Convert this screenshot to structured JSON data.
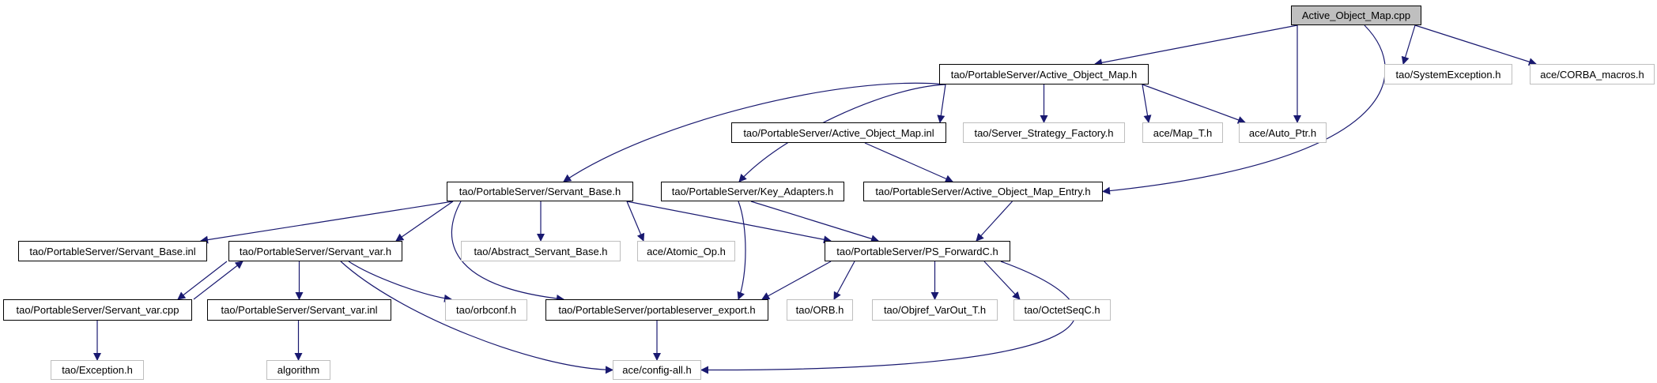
{
  "graph": {
    "type": "include-dependency-graph",
    "background_color": "#ffffff",
    "edge_color": "#191970",
    "root_fill_color": "#bfbfbf",
    "documented_border_color": "#000000",
    "external_border_color": "#bebebe",
    "root": "Active_Object_Map.cpp",
    "nodes": [
      {
        "id": "aom_cpp",
        "label": "Active_Object_Map.cpp",
        "kind": "root"
      },
      {
        "id": "aom_h",
        "label": "tao/PortableServer/Active_Object_Map.h",
        "kind": "documented"
      },
      {
        "id": "sysexc_h",
        "label": "tao/SystemException.h",
        "kind": "external"
      },
      {
        "id": "corba_macros_h",
        "label": "ace/CORBA_macros.h",
        "kind": "external"
      },
      {
        "id": "aom_inl",
        "label": "tao/PortableServer/Active_Object_Map.inl",
        "kind": "documented"
      },
      {
        "id": "ssf_h",
        "label": "tao/Server_Strategy_Factory.h",
        "kind": "external"
      },
      {
        "id": "map_t_h",
        "label": "ace/Map_T.h",
        "kind": "external"
      },
      {
        "id": "auto_ptr_h",
        "label": "ace/Auto_Ptr.h",
        "kind": "external"
      },
      {
        "id": "servant_base_h",
        "label": "tao/PortableServer/Servant_Base.h",
        "kind": "documented"
      },
      {
        "id": "key_adapters_h",
        "label": "tao/PortableServer/Key_Adapters.h",
        "kind": "documented"
      },
      {
        "id": "aom_entry_h",
        "label": "tao/PortableServer/Active_Object_Map_Entry.h",
        "kind": "documented"
      },
      {
        "id": "servant_base_inl",
        "label": "tao/PortableServer/Servant_Base.inl",
        "kind": "documented"
      },
      {
        "id": "servant_var_h",
        "label": "tao/PortableServer/Servant_var.h",
        "kind": "documented"
      },
      {
        "id": "abstract_servant_base_h",
        "label": "tao/Abstract_Servant_Base.h",
        "kind": "external"
      },
      {
        "id": "atomic_op_h",
        "label": "ace/Atomic_Op.h",
        "kind": "external"
      },
      {
        "id": "ps_forwardc_h",
        "label": "tao/PortableServer/PS_ForwardC.h",
        "kind": "documented"
      },
      {
        "id": "servant_var_cpp",
        "label": "tao/PortableServer/Servant_var.cpp",
        "kind": "documented"
      },
      {
        "id": "servant_var_inl",
        "label": "tao/PortableServer/Servant_var.inl",
        "kind": "documented"
      },
      {
        "id": "orbconf_h",
        "label": "tao/orbconf.h",
        "kind": "external"
      },
      {
        "id": "ps_export_h",
        "label": "tao/PortableServer/portableserver_export.h",
        "kind": "documented"
      },
      {
        "id": "orb_h",
        "label": "tao/ORB.h",
        "kind": "external"
      },
      {
        "id": "objref_varout_t_h",
        "label": "tao/Objref_VarOut_T.h",
        "kind": "external"
      },
      {
        "id": "octetseqc_h",
        "label": "tao/OctetSeqC.h",
        "kind": "external"
      },
      {
        "id": "exception_h",
        "label": "tao/Exception.h",
        "kind": "external"
      },
      {
        "id": "algorithm",
        "label": "algorithm",
        "kind": "external"
      },
      {
        "id": "config_all_h",
        "label": "ace/config-all.h",
        "kind": "external"
      }
    ],
    "edges": [
      {
        "from": "aom_cpp",
        "to": "aom_h",
        "t_off": -60
      },
      {
        "from": "aom_cpp",
        "to": "sysexc_h",
        "t_off": -15
      },
      {
        "from": "aom_cpp",
        "to": "corba_macros_h"
      },
      {
        "from": "aom_cpp",
        "to": "auto_ptr_h"
      },
      {
        "from": "aom_cpp",
        "to": "aom_entry_h",
        "t_side": "right",
        "s_off": 85,
        "c": [
          1788,
          95,
          1763,
          205
        ]
      },
      {
        "from": "aom_h",
        "to": "aom_inl"
      },
      {
        "from": "aom_h",
        "to": "ssf_h"
      },
      {
        "from": "aom_h",
        "to": "map_t_h"
      },
      {
        "from": "aom_h",
        "to": "auto_ptr_h"
      },
      {
        "from": "aom_h",
        "to": "servant_base_h",
        "t_off": -80,
        "bow": 45
      },
      {
        "from": "aom_h",
        "to": "key_adapters_h",
        "t_off": -125,
        "bow": 30
      },
      {
        "from": "aom_inl",
        "to": "aom_entry_h",
        "s_off": -95,
        "t_off": 105
      },
      {
        "from": "servant_base_h",
        "to": "servant_base_inl"
      },
      {
        "from": "servant_base_h",
        "to": "servant_var_h"
      },
      {
        "from": "servant_base_h",
        "to": "abstract_servant_base_h"
      },
      {
        "from": "servant_base_h",
        "to": "atomic_op_h"
      },
      {
        "from": "servant_base_h",
        "to": "ps_forwardc_h"
      },
      {
        "from": "servant_base_h",
        "to": "ps_export_h",
        "s_off": -210,
        "t_off": 15,
        "c": [
          558,
          300,
          562,
          362
        ]
      },
      {
        "from": "key_adapters_h",
        "to": "ps_forwardc_h",
        "s_off": -110,
        "t_off": 60
      },
      {
        "from": "key_adapters_h",
        "to": "ps_export_h",
        "s_off": 90,
        "bow": -12
      },
      {
        "from": "aom_entry_h",
        "to": "ps_forwardc_h",
        "s_off": 120,
        "t_off": -35
      },
      {
        "from": "servant_var_h",
        "to": "servant_var_cpp",
        "s_off": -10,
        "t_off": -10
      },
      {
        "from": "servant_var_cpp",
        "to": "servant_var_h",
        "s_off": 10,
        "t_off": 10
      },
      {
        "from": "servant_var_h",
        "to": "servant_var_inl"
      },
      {
        "from": "servant_var_h",
        "to": "orbconf_h",
        "s_off": -60,
        "bow": 8
      },
      {
        "from": "servant_var_h",
        "to": "config_all_h",
        "t_side": "left",
        "s_off": -70,
        "bow": 35
      },
      {
        "from": "servant_var_inl",
        "to": "algorithm"
      },
      {
        "from": "servant_var_cpp",
        "to": "exception_h"
      },
      {
        "from": "ps_forwardc_h",
        "to": "ps_export_h"
      },
      {
        "from": "ps_forwardc_h",
        "to": "orb_h",
        "s_off": 30,
        "t_off": -16
      },
      {
        "from": "ps_forwardc_h",
        "to": "objref_varout_t_h"
      },
      {
        "from": "ps_forwardc_h",
        "to": "octetseqc_h",
        "s_off": -25
      },
      {
        "from": "ps_forwardc_h",
        "to": "config_all_h",
        "t_side": "right",
        "s_off": 215,
        "c": [
          1428,
          390,
          1428,
          470
        ]
      },
      {
        "from": "ps_export_h",
        "to": "config_all_h"
      }
    ]
  }
}
